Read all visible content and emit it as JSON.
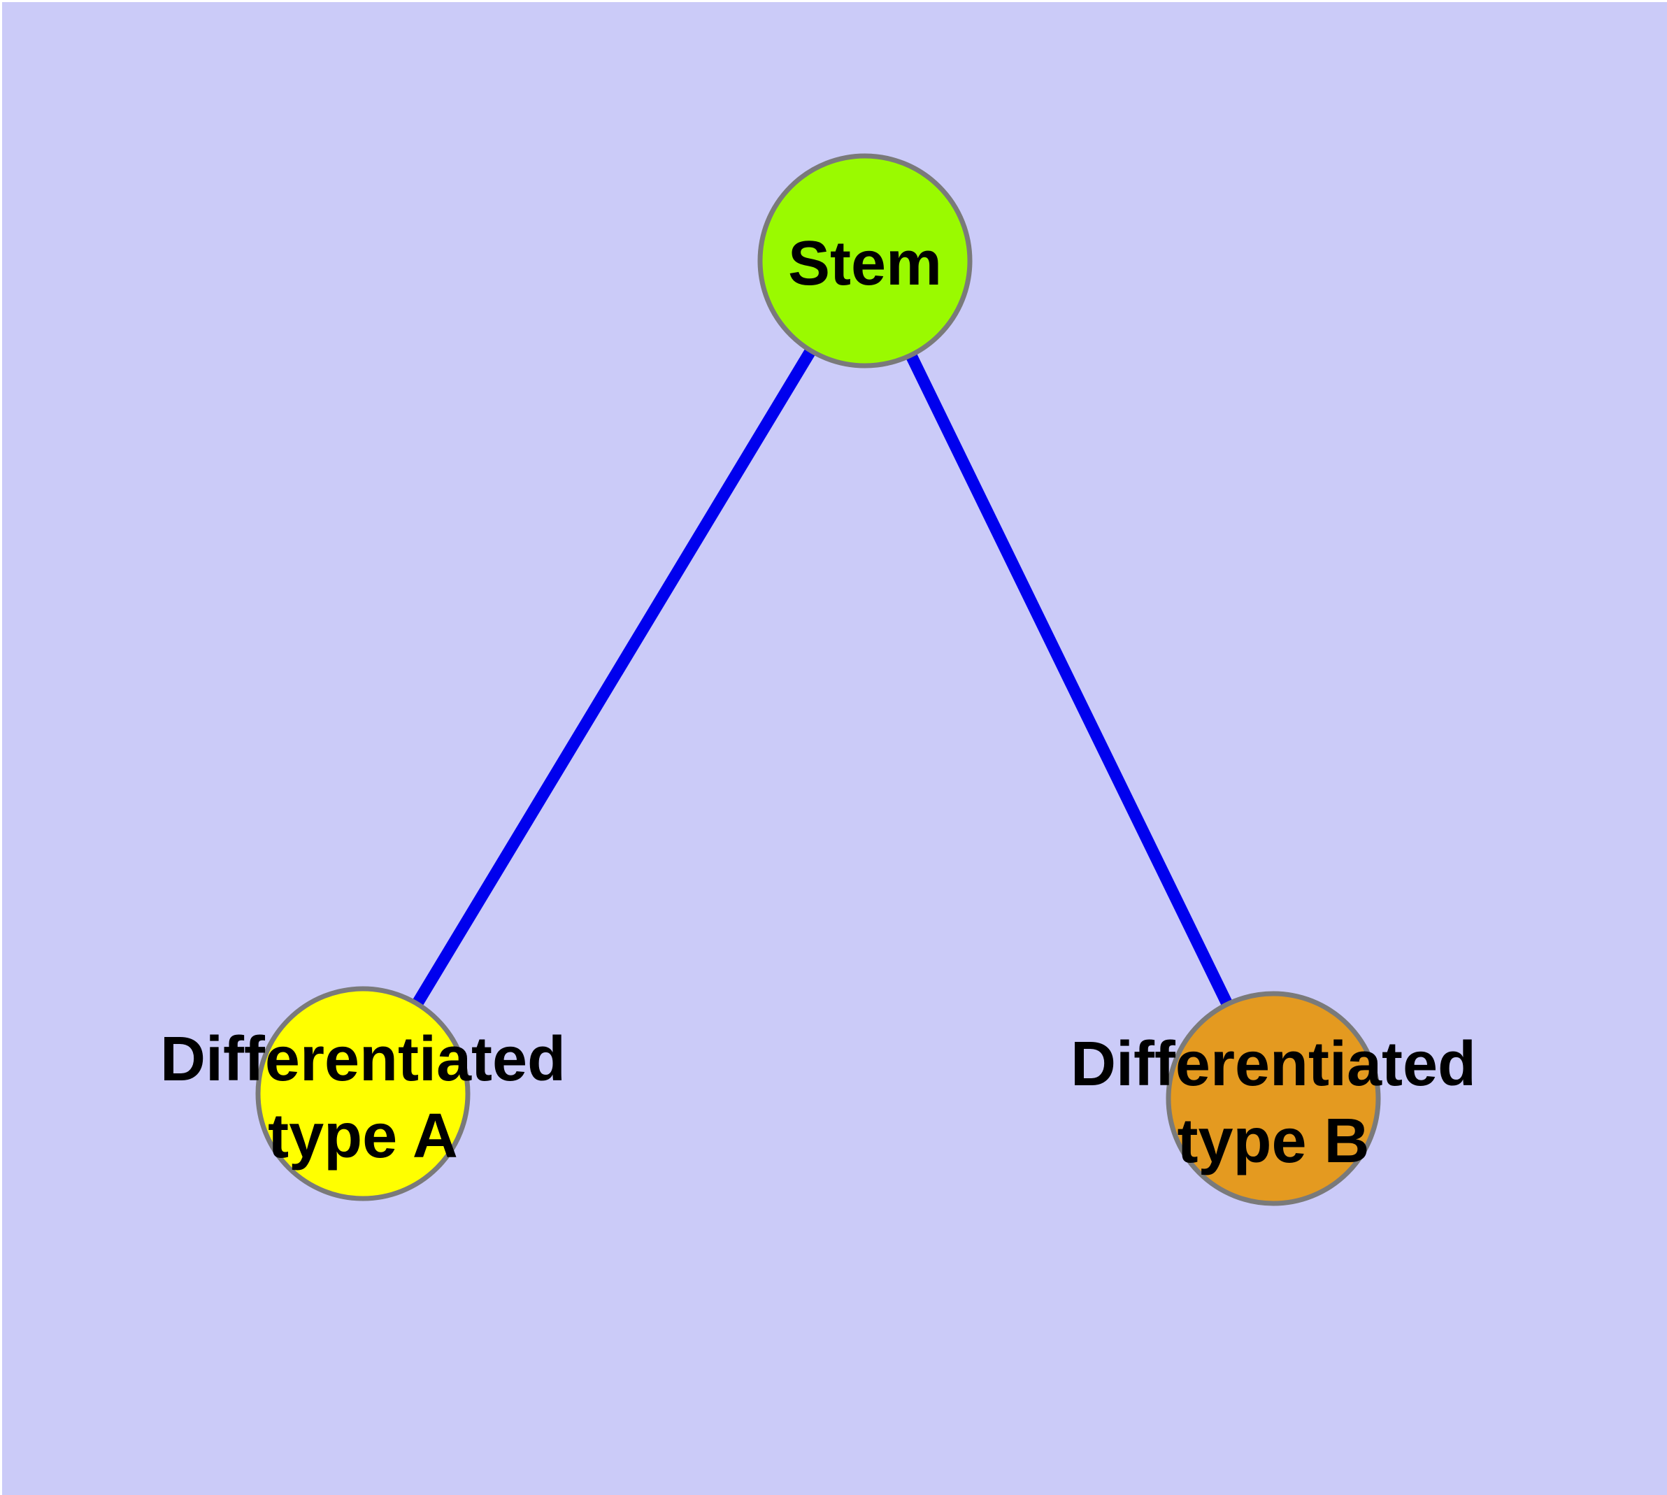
{
  "figure": {
    "description": "Cell differentiation graph: one stem node linked to two differentiated cell-type nodes",
    "background_color": "#CBCBF8",
    "frame_color": "#FFFFFF",
    "edge_color": "#0000EE",
    "node_border_color": "#7A7A7A",
    "label_color": "#000000",
    "nodes": [
      {
        "id": "stem",
        "label": "Stem",
        "label_lines": [
          "Stem"
        ],
        "fill_color": "#9AFA00"
      },
      {
        "id": "differentiated-type-a",
        "label": "Differentiated type A",
        "label_lines": [
          "Differentiated",
          "type A"
        ],
        "fill_color": "#FFFF00"
      },
      {
        "id": "differentiated-type-b",
        "label": "Differentiated type B",
        "label_lines": [
          "Differentiated",
          "type B"
        ],
        "fill_color": "#E49A20"
      }
    ],
    "edges": [
      {
        "from": "Stem",
        "to": "Differentiated type A"
      },
      {
        "from": "Stem",
        "to": "Differentiated type B"
      }
    ]
  }
}
